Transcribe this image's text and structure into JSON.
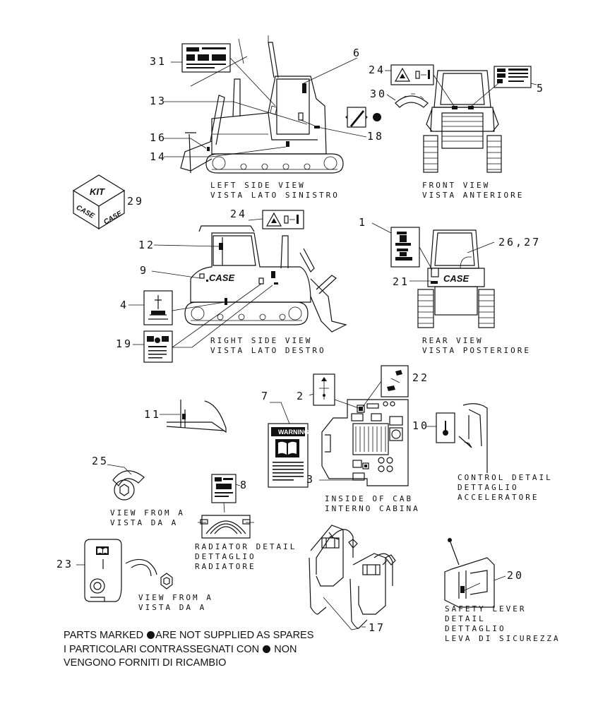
{
  "callouts": [
    "31",
    "6",
    "24",
    "5",
    "30",
    "13",
    "18",
    "16",
    "14",
    "29",
    "24",
    "12",
    "1",
    "26,27",
    "9",
    "21",
    "4",
    "19",
    "11",
    "7",
    "2",
    "22",
    "10",
    "25",
    "3",
    "8",
    "23",
    "20",
    "17"
  ],
  "captions": {
    "left_side": [
      "LEFT SIDE VIEW",
      "VISTA LATO SINISTRO"
    ],
    "front": [
      "FRONT VIEW",
      "VISTA ANTERIORE"
    ],
    "right_side": [
      "RIGHT SIDE VIEW",
      "VISTA LATO DESTRO"
    ],
    "rear": [
      "REAR VIEW",
      "VISTA POSTERIORE"
    ],
    "inside_cab": [
      "INSIDE OF CAB",
      "INTERNO CABINA"
    ],
    "control_detail": [
      "CONTROL DETAIL",
      "DETTAGLIO",
      "ACCELERATORE"
    ],
    "view_a1": [
      "VIEW FROM A",
      "VISTA DA A"
    ],
    "radiator": [
      "RADIATOR DETAIL",
      "DETTAGLIO",
      "RADIATORE"
    ],
    "view_a2": [
      "VIEW FROM A",
      "VISTA DA A"
    ],
    "safety_lever": [
      "SAFETY LEVER",
      "DETAIL",
      "DETTAGLIO",
      "LEVA DI SICUREZZA"
    ]
  },
  "logos": {
    "kit": "KIT",
    "case": "CASE"
  },
  "warning_decal": "WARNING",
  "note_lines": [
    [
      "PARTS MARKED ",
      "ARE NOT SUPPLIED AS SPARES"
    ],
    [
      "I PARTICOLARI  CONTRASSEGNATI  CON ",
      "NON"
    ],
    [
      "VENGONO FORNITI DI RICAMBIO"
    ]
  ],
  "colors": {
    "ink": "#111111",
    "paper": "#ffffff"
  }
}
